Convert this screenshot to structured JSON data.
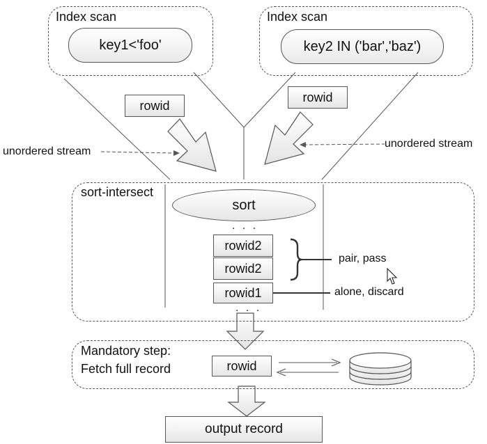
{
  "index_scan_left": {
    "title": "Index scan",
    "condition": "key1<'foo'"
  },
  "index_scan_right": {
    "title": "Index scan",
    "condition": "key2 IN ('bar','baz')"
  },
  "rowid_left": "rowid",
  "rowid_right": "rowid",
  "stream_left": "unordered stream",
  "stream_right": "unordered stream",
  "sort_intersect": {
    "title": "sort-intersect",
    "sort_label": "sort",
    "ellipsis_top": ". . .",
    "rows": [
      "rowid2",
      "rowid2",
      "rowid1"
    ],
    "ellipsis_bottom": ". . .",
    "pair_label": "pair, pass",
    "alone_label": "alone, discard"
  },
  "mandatory": {
    "title_line1": "Mandatory step:",
    "title_line2": "Fetch full record",
    "rowid": "rowid"
  },
  "output": "output record"
}
